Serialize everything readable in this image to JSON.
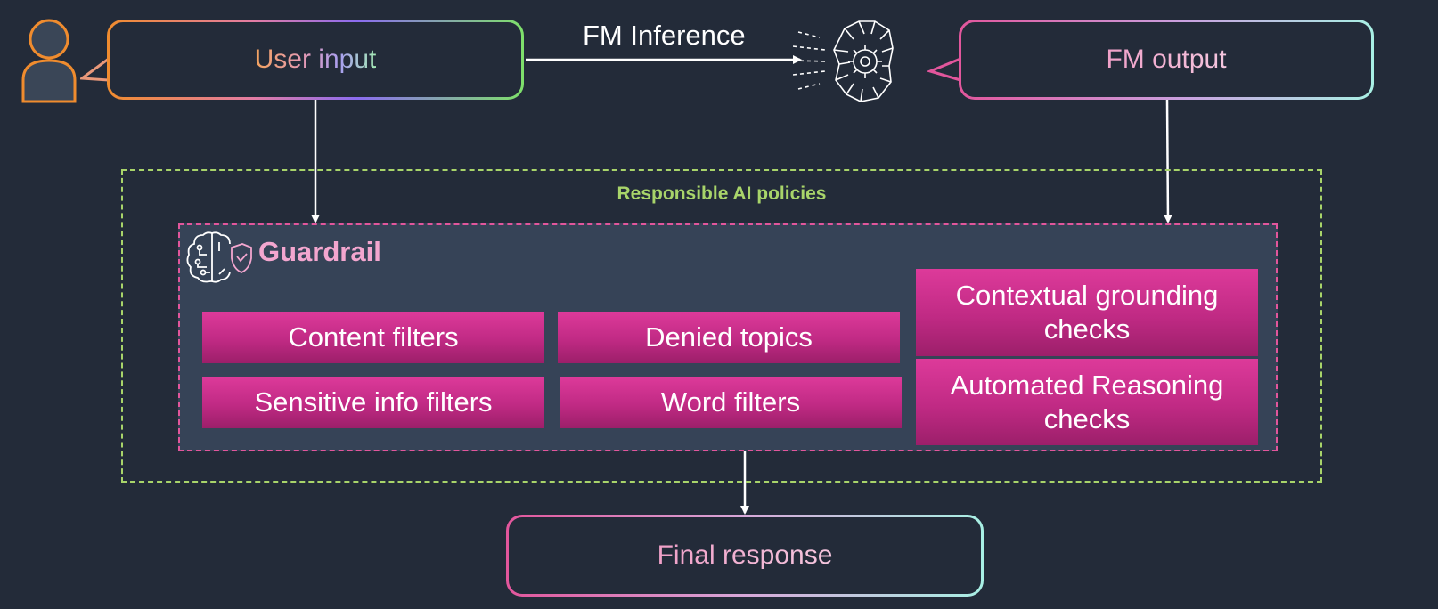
{
  "user_input": {
    "label": "User input"
  },
  "fm_inference": {
    "label": "FM Inference"
  },
  "fm_output": {
    "label": "FM output"
  },
  "policies": {
    "title": "Responsible AI policies"
  },
  "guardrail": {
    "title": "Guardrail",
    "filters": {
      "content": "Content filters",
      "denied": "Denied topics",
      "sensitive": "Sensitive info filters",
      "word": "Word filters",
      "contextual": "Contextual grounding checks",
      "reasoning": "Automated Reasoning checks"
    }
  },
  "final_response": {
    "label": "Final response"
  },
  "colors": {
    "background": "#232b39",
    "policy_border": "#a8d46a",
    "guardrail_border": "#e2569c",
    "filter_fill": "#c02a84",
    "user_accent": "#f08c2e"
  },
  "icons": [
    "user-icon",
    "fm-model-icon",
    "guardrail-brain-icon"
  ]
}
